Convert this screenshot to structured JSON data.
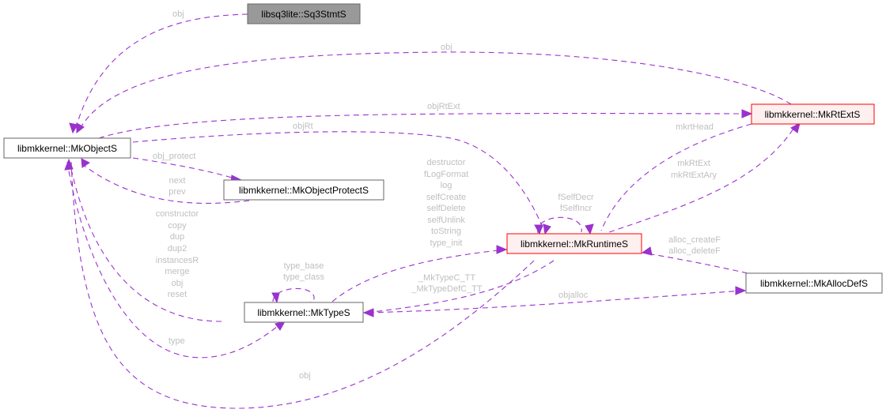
{
  "diagram": {
    "title": "Collaboration diagram",
    "colors": {
      "edge": "#9a32cd",
      "edge_label": "#bfbfbf",
      "node_border": "#666666",
      "node_fill": "#ffffff",
      "highlight_border": "#ff0000",
      "highlight_fill": "#fff0f0",
      "external_fill": "#999999"
    },
    "nodes": {
      "sq3stmt": "libsq3lite::Sq3StmtS",
      "objectS": "libmkkernel::MkObjectS",
      "rtExt": "libmkkernel::MkRtExtS",
      "objectProtect": "libmkkernel::MkObjectProtectS",
      "runtime": "libmkkernel::MkRuntimeS",
      "typeS": "libmkkernel::MkTypeS",
      "allocDef": "libmkkernel::MkAllocDefS"
    },
    "edge_labels": {
      "sq3_obj": [
        "obj"
      ],
      "rtext_obj": [
        "obj"
      ],
      "objRtExt": [
        "objRtExt"
      ],
      "objRt": [
        "objRt"
      ],
      "obj_protect": [
        "obj_protect"
      ],
      "next_prev": [
        "next",
        "prev"
      ],
      "type_members": [
        "constructor",
        "copy",
        "dup",
        "dup2",
        "instancesR",
        "merge",
        "obj",
        "reset"
      ],
      "type_self": [
        "type_base",
        "type_class"
      ],
      "type": [
        "type"
      ],
      "runtime_obj": [
        "obj"
      ],
      "runtime_members": [
        "destructor",
        "fLogFormat",
        "log",
        "selfCreate",
        "selfDelete",
        "selfUnlink",
        "toString",
        "type_init"
      ],
      "runtime_self": [
        "fSelfDecr",
        "fSelfIncr"
      ],
      "mkrtHead": [
        "mkrtHead"
      ],
      "mkRtExt": [
        "mkRtExt",
        "mkRtExtAry"
      ],
      "alloc": [
        "alloc_createF",
        "alloc_deleteF"
      ],
      "typeC": [
        "_MkTypeC_TT",
        "_MkTypeDefC_TT"
      ],
      "objalloc": [
        "objalloc"
      ]
    }
  }
}
